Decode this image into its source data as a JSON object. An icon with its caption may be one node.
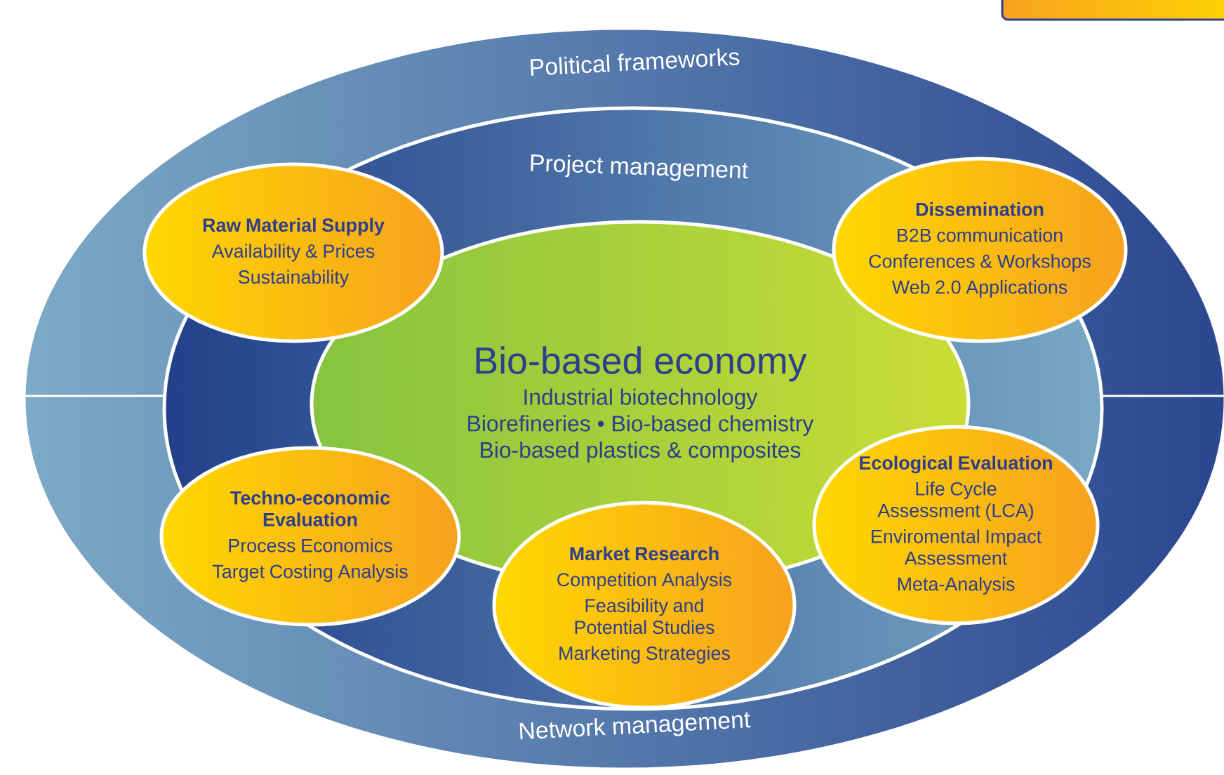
{
  "diagram": {
    "nodes": [
      {
        "text": [
          "Political frameworks",
          "Network management"
        ]
      },
      {
        "text": [
          "Project management"
        ],
        "in": 0
      },
      {
        "text": [
          "Bio-based economy",
          "Industrial biotechnology",
          "Biorefineries • Bio-based chemistry",
          "Bio-based plastics & composites"
        ],
        "in": 1
      },
      {
        "text": [
          "Raw Material Supply",
          "Availability & Prices",
          "Sustainability"
        ],
        "in": 0
      },
      {
        "text": [
          "Dissemination",
          "B2B communication",
          "Conferences & Workshops",
          "Web 2.0 Applications"
        ],
        "in": 0
      },
      {
        "text": [
          "Techno-economic Evaluation",
          "Process Economics",
          "Target Costing Analysis"
        ],
        "in": 1
      },
      {
        "text": [
          "Market Research",
          "Competition Analysis",
          "Feasibility and Potential Studies",
          "Marketing Strategies"
        ],
        "in": 1
      },
      {
        "text": [
          "Ecological Evaluation",
          "Life Cycle Assessment (LCA)",
          "Enviromental Impact Assessment",
          "Meta-Analysis"
        ],
        "in": 1
      }
    ]
  }
}
